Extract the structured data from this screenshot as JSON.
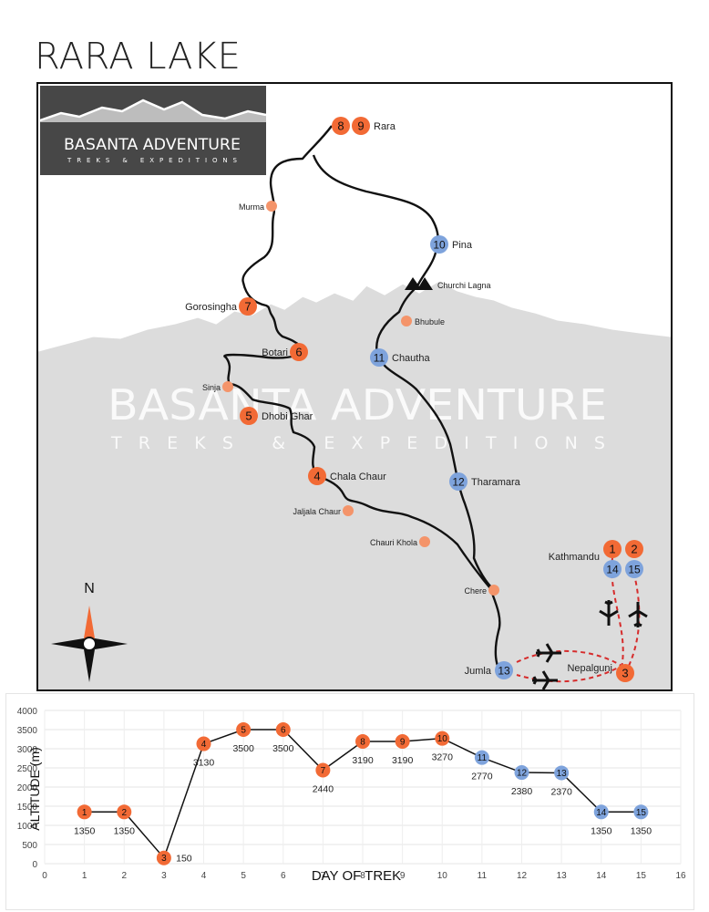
{
  "page_title": "RARA LAKE",
  "logo": {
    "name": "BASANTA ADVENTURE",
    "tagline": "TREKS & EXPEDITIONS"
  },
  "watermark": {
    "name": "BASANTA ADVENTURE",
    "tagline": "TREKS & EXPEDITIONS"
  },
  "compass": {
    "north_label": "N"
  },
  "colors": {
    "trek_stop": "#f26a35",
    "return_stop": "#7ea3dc",
    "waypoint": "#f4946a",
    "flight_route": "#d62c2c",
    "route": "#111111",
    "mountain_band": "#dcdcdc"
  },
  "map": {
    "stops": [
      {
        "id": "rara-8",
        "day": "8",
        "label": "",
        "kind": "trek"
      },
      {
        "id": "rara-9",
        "day": "9",
        "label": "Rara",
        "kind": "trek"
      },
      {
        "id": "murma",
        "day": "",
        "label": "Murma",
        "kind": "waypoint"
      },
      {
        "id": "pina",
        "day": "10",
        "label": "Pina",
        "kind": "return"
      },
      {
        "id": "churchi-lagna",
        "day": "",
        "label": "Churchi Lagna",
        "kind": "pass"
      },
      {
        "id": "gorosingha",
        "day": "7",
        "label": "Gorosingha",
        "kind": "trek"
      },
      {
        "id": "bhubule",
        "day": "",
        "label": "Bhubule",
        "kind": "waypoint"
      },
      {
        "id": "botari",
        "day": "6",
        "label": "Botari",
        "kind": "trek"
      },
      {
        "id": "chautha",
        "day": "11",
        "label": "Chautha",
        "kind": "return"
      },
      {
        "id": "sinja",
        "day": "",
        "label": "Sinja",
        "kind": "waypoint"
      },
      {
        "id": "dhobi-ghar",
        "day": "5",
        "label": "Dhobi Ghar",
        "kind": "trek"
      },
      {
        "id": "chala-chaur",
        "day": "4",
        "label": "Chala Chaur",
        "kind": "trek"
      },
      {
        "id": "tharamara",
        "day": "12",
        "label": "Tharamara",
        "kind": "return"
      },
      {
        "id": "jaljala-chaur",
        "day": "",
        "label": "Jaljala Chaur",
        "kind": "waypoint"
      },
      {
        "id": "chauri-khola",
        "day": "",
        "label": "Chauri Khola",
        "kind": "waypoint"
      },
      {
        "id": "chere",
        "day": "",
        "label": "Chere",
        "kind": "waypoint"
      },
      {
        "id": "jumla",
        "day": "13",
        "label": "Jumla",
        "kind": "return"
      },
      {
        "id": "nepalgunj",
        "day": "3",
        "label": "Nepalgunj",
        "kind": "trek"
      },
      {
        "id": "kathmandu-1",
        "day": "1",
        "label": "",
        "kind": "trek"
      },
      {
        "id": "kathmandu-2",
        "day": "2",
        "label": "",
        "kind": "trek"
      },
      {
        "id": "kathmandu-14",
        "day": "14",
        "label": "Kathmandu",
        "kind": "return"
      },
      {
        "id": "kathmandu-15",
        "day": "15",
        "label": "",
        "kind": "return"
      }
    ]
  },
  "chart_data": {
    "type": "line",
    "xlabel": "DAY OF TREK",
    "ylabel": "ALTITUDE (m)",
    "xlim": [
      0,
      16
    ],
    "ylim": [
      0,
      4000
    ],
    "x_ticks": [
      "0",
      "1",
      "2",
      "3",
      "4",
      "5",
      "6",
      "7",
      "8",
      "9",
      "10",
      "11",
      "12",
      "13",
      "14",
      "15",
      "16"
    ],
    "y_ticks": [
      "0",
      "500",
      "1000",
      "1500",
      "2000",
      "2500",
      "3000",
      "3500",
      "4000"
    ],
    "grid": true,
    "points": [
      {
        "day": 1,
        "altitude": 1350,
        "label": "1350",
        "kind": "trek"
      },
      {
        "day": 2,
        "altitude": 1350,
        "label": "1350",
        "kind": "trek"
      },
      {
        "day": 3,
        "altitude": 150,
        "label": "150",
        "kind": "trek"
      },
      {
        "day": 4,
        "altitude": 3130,
        "label": "3130",
        "kind": "trek"
      },
      {
        "day": 5,
        "altitude": 3500,
        "label": "3500",
        "kind": "trek"
      },
      {
        "day": 6,
        "altitude": 3500,
        "label": "3500",
        "kind": "trek"
      },
      {
        "day": 7,
        "altitude": 2440,
        "label": "2440",
        "kind": "trek"
      },
      {
        "day": 8,
        "altitude": 3190,
        "label": "3190",
        "kind": "trek"
      },
      {
        "day": 9,
        "altitude": 3190,
        "label": "3190",
        "kind": "trek"
      },
      {
        "day": 10,
        "altitude": 3270,
        "label": "3270",
        "kind": "trek"
      },
      {
        "day": 11,
        "altitude": 2770,
        "label": "2770",
        "kind": "return"
      },
      {
        "day": 12,
        "altitude": 2380,
        "label": "2380",
        "kind": "return"
      },
      {
        "day": 13,
        "altitude": 2370,
        "label": "2370",
        "kind": "return"
      },
      {
        "day": 14,
        "altitude": 1350,
        "label": "1350",
        "kind": "return"
      },
      {
        "day": 15,
        "altitude": 1350,
        "label": "1350",
        "kind": "return"
      }
    ]
  }
}
